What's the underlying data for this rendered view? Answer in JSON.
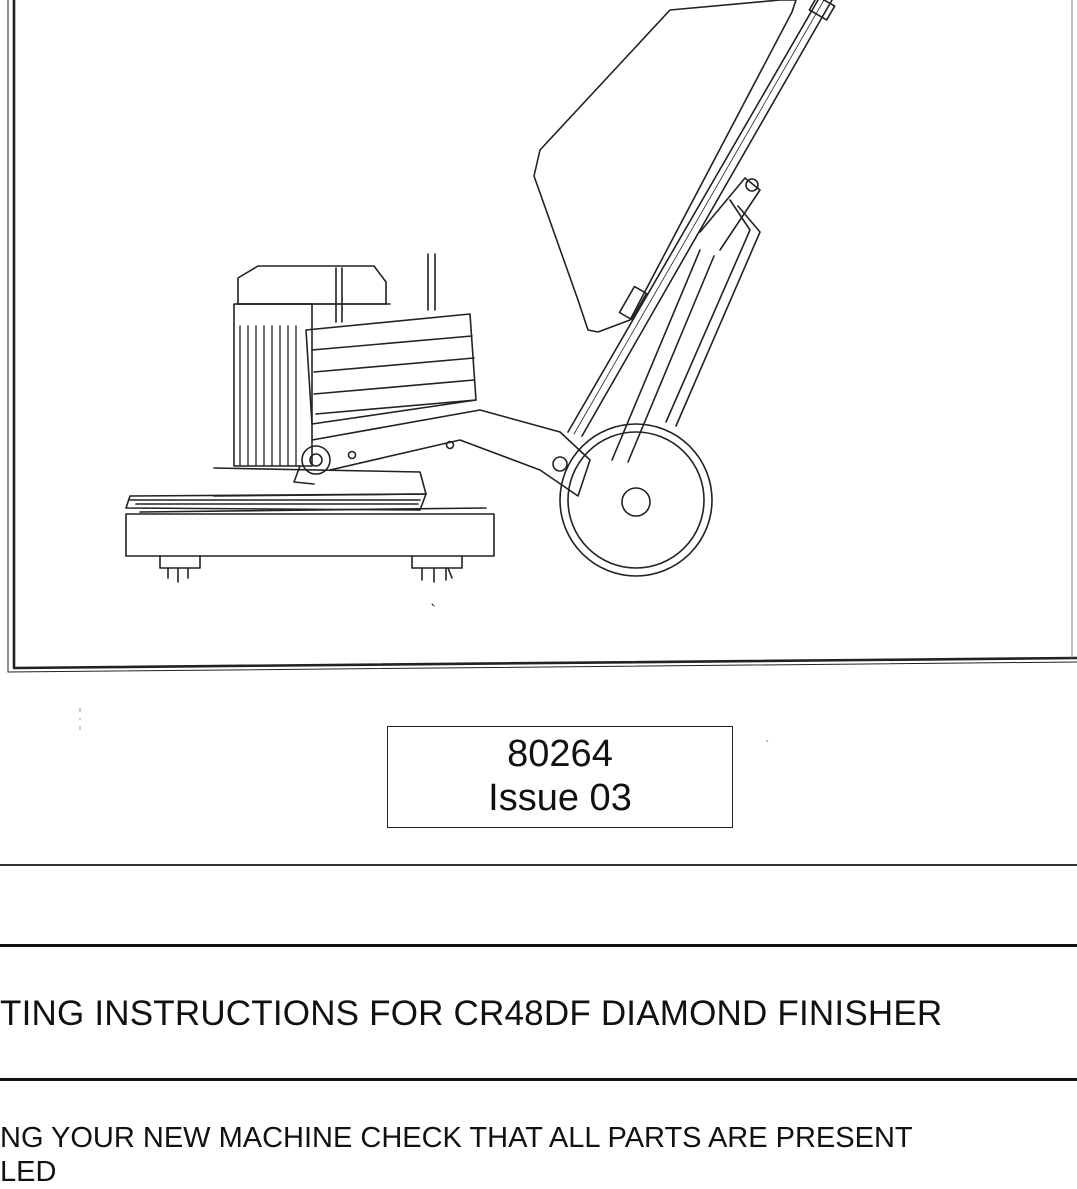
{
  "document": {
    "id_box": {
      "part_number": "80264",
      "issue": "Issue 03"
    },
    "heading": "TING INSTRUCTIONS FOR CR48DF DIAMOND FINISHER",
    "body_line": "NG YOUR NEW MACHINE CHECK THAT ALL PARTS ARE PRESENT",
    "body_line_2": "LED"
  },
  "illustration": {
    "subject": "floor-finishing-machine-side-view"
  }
}
